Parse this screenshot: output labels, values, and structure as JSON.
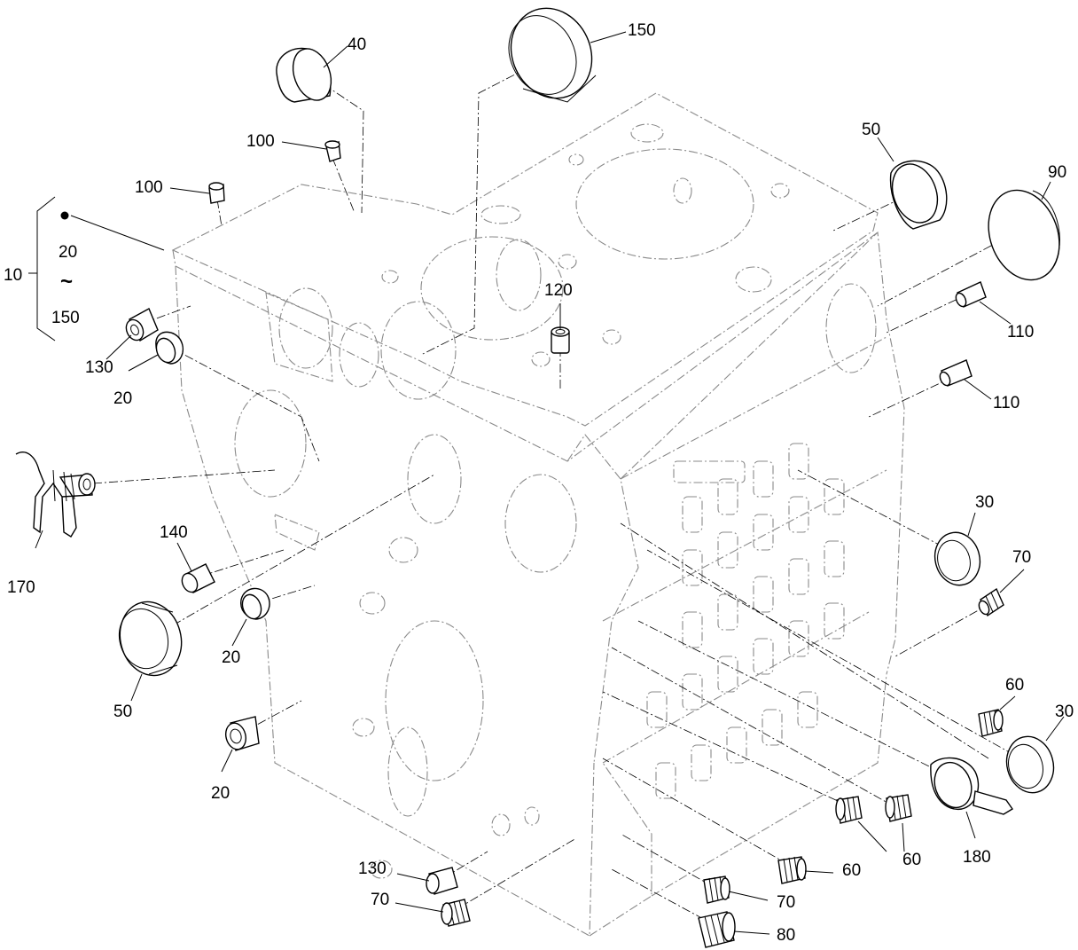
{
  "callouts": {
    "c10": "10",
    "c20a": "20",
    "tilde": "~",
    "c150a": "150",
    "c20_left": "20",
    "c20_mid": "20",
    "c20_low": "20",
    "c30_top": "30",
    "c30_bot": "30",
    "c40": "40",
    "c50_top": "50",
    "c50_left": "50",
    "c60_a": "60",
    "c60_b": "60",
    "c60_c": "60",
    "c70_right": "70",
    "c70_mid": "70",
    "c70_left": "70",
    "c80": "80",
    "c90": "90",
    "c100_a": "100",
    "c100_b": "100",
    "c110_a": "110",
    "c110_b": "110",
    "c120": "120",
    "c130_a": "130",
    "c130_b": "130",
    "c140": "140",
    "c150_top": "150",
    "c170": "170",
    "c180": "180"
  }
}
